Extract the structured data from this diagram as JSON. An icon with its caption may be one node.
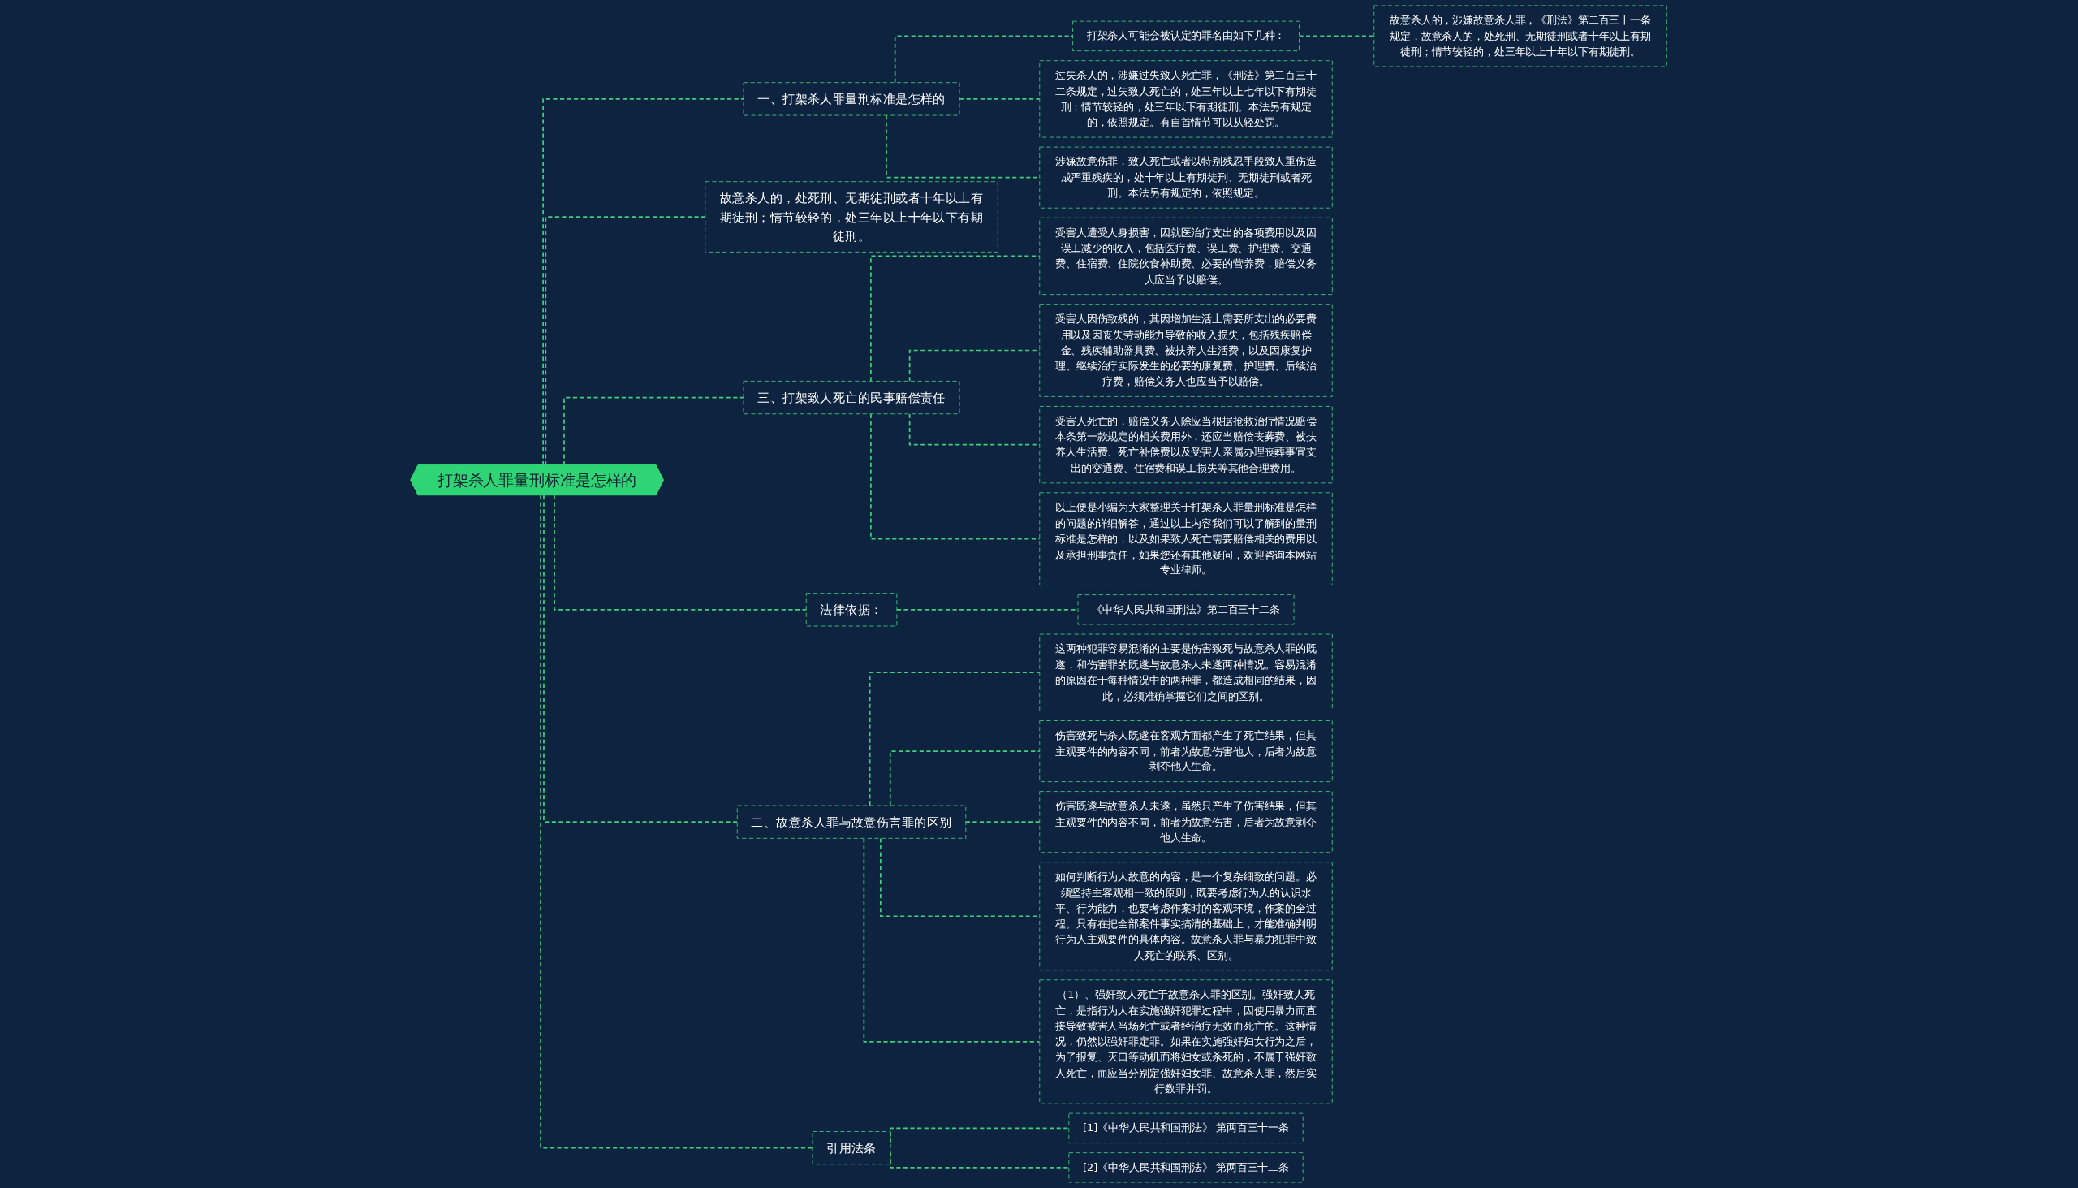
{
  "diagram": {
    "nodes": [
      {
        "text": [
          "打架杀人罪量刑标准是怎样的"
        ]
      },
      {
        "text": [
          "一、打架杀人罪量刑标准是怎样的"
        ]
      },
      {
        "text": [
          "打架杀人可能会被认定的罪名由如下几种："
        ]
      },
      {
        "text": [
          "故意杀人的，涉嫌故意杀人罪，《刑法》第二百三十一条规定，故意杀人的，处死刑、无期徒刑或者十年以上有期徒刑；情节较轻的，处三年以上十年以下有期徒刑。"
        ]
      },
      {
        "text": [
          "过失杀人的，涉嫌过失致人死亡罪，《刑法》第二百三十二条规定，过失致人死亡的，处三年以上七年以下有期徒刑；情节较轻的，处三年以下有期徒刑。本法另有规定的，依照规定。有自首情节可以从轻处罚。"
        ]
      },
      {
        "text": [
          "涉嫌故意伤罪，致人死亡或者以特别残忍手段致人重伤造成严重残疾的，处十年以上有期徒刑、无期徒刑或者死刑。本法另有规定的，依照规定。"
        ]
      },
      {
        "text": [
          "故意杀人的，处死刑、无期徒刑或者十年以上有期徒刑；情节较轻的，处三年以上十年以下有期徒刑。"
        ]
      },
      {
        "text": [
          "三、打架致人死亡的民事赔偿责任"
        ]
      },
      {
        "text": [
          "受害人遭受人身损害，因就医治疗支出的各项费用以及因误工减少的收入，包括医疗费、误工费、护理费、交通费、住宿费、住院伙食补助费、必要的营养费，赔偿义务人应当予以赔偿。"
        ]
      },
      {
        "text": [
          "受害人因伤致残的，其因增加生活上需要所支出的必要费用以及因丧失劳动能力导致的收入损失，包括残疾赔偿金、残疾辅助器具费、被扶养人生活费，以及因康复护理、继续治疗实际发生的必要的康复费、护理费、后续治疗费，赔偿义务人也应当予以赔偿。"
        ]
      },
      {
        "text": [
          "受害人死亡的，赔偿义务人除应当根据抢救治疗情况赔偿本条第一款规定的相关费用外，还应当赔偿丧葬费、被扶养人生活费、死亡补偿费以及受害人亲属办理丧葬事宜支出的交通费、住宿费和误工损失等其他合理费用。"
        ]
      },
      {
        "text": [
          "以上便是小编为大家整理关于打架杀人罪量刑标准是怎样的问题的详细解答，通过以上内容我们可以了解到的量刑标准是怎样的，以及如果致人死亡需要赔偿相关的费用以及承担刑事责任，如果您还有其他疑问，欢迎咨询本网站专业律师。"
        ]
      },
      {
        "text": [
          "法律依据："
        ]
      },
      {
        "text": [
          "《中华人民共和国刑法》第二百三十二条"
        ]
      },
      {
        "text": [
          "二、故意杀人罪与故意伤害罪的区别"
        ]
      },
      {
        "text": [
          "这两种犯罪容易混淆的主要是伤害致死与故意杀人罪的既遂，和伤害罪的既遂与故意杀人未遂两种情况。容易混淆的原因在于每种情况中的两种罪，都造成相同的结果，因此，必须准确掌握它们之间的区别。"
        ]
      },
      {
        "text": [
          "伤害致死与杀人既遂在客观方面都产生了死亡结果，但其主观要件的内容不同，前者为故意伤害他人，后者为故意剥夺他人生命。"
        ]
      },
      {
        "text": [
          "伤害既遂与故意杀人未遂，虽然只产生了伤害结果，但其主观要件的内容不同，前者为故意伤害，后者为故意剥夺他人生命。"
        ]
      },
      {
        "text": [
          "如何判断行为人故意的内容，是一个复杂细致的问题。必须坚持主客观相一致的原则，既要考虑行为人的认识水平、行为能力，也要考虑作案时的客观环境，作案的全过程。只有在把全部案件事实搞清的基础上，才能准确判明行为人主观要件的具体内容。故意杀人罪与暴力犯罪中致人死亡的联系、区别。"
        ]
      },
      {
        "text": [
          "（1）、强奸致人死亡于故意杀人罪的区别。强奸致人死亡，是指行为人在实施强奸犯罪过程中，因使用暴力而直接导致被害人当场死亡或者经治疗无效而死亡的。这种情况，仍然以强奸罪定罪。如果在实施强奸妇女行为之后，为了报复、灭口等动机而将妇女或杀死的，不属于强奸致人死亡，而应当分别定强奸妇女罪、故意杀人罪，然后实行数罪并罚。"
        ]
      },
      {
        "text": [
          "引用法条"
        ]
      },
      {
        "text": [
          "[1]《中华人民共和国刑法》 第两百三十一条"
        ]
      },
      {
        "text": [
          "[2]《中华人民共和国刑法》 第两百三十二条"
        ]
      }
    ],
    "edges": [
      {
        "from": 0,
        "to": 1,
        "arrow": "none"
      },
      {
        "from": 1,
        "to": 2,
        "arrow": "none"
      },
      {
        "from": 2,
        "to": 3,
        "arrow": "none"
      },
      {
        "from": 1,
        "to": 4,
        "arrow": "none"
      },
      {
        "from": 1,
        "to": 5,
        "arrow": "none"
      },
      {
        "from": 0,
        "to": 6,
        "arrow": "none"
      },
      {
        "from": 0,
        "to": 7,
        "arrow": "none"
      },
      {
        "from": 7,
        "to": 8,
        "arrow": "none"
      },
      {
        "from": 7,
        "to": 9,
        "arrow": "none"
      },
      {
        "from": 7,
        "to": 10,
        "arrow": "none"
      },
      {
        "from": 7,
        "to": 11,
        "arrow": "none"
      },
      {
        "from": 0,
        "to": 12,
        "arrow": "none"
      },
      {
        "from": 12,
        "to": 13,
        "arrow": "none"
      },
      {
        "from": 0,
        "to": 14,
        "arrow": "none"
      },
      {
        "from": 14,
        "to": 15,
        "arrow": "none"
      },
      {
        "from": 14,
        "to": 16,
        "arrow": "none"
      },
      {
        "from": 14,
        "to": 17,
        "arrow": "none"
      },
      {
        "from": 14,
        "to": 18,
        "arrow": "none"
      },
      {
        "from": 14,
        "to": 19,
        "arrow": "none"
      },
      {
        "from": 0,
        "to": 20,
        "arrow": "none"
      },
      {
        "from": 20,
        "to": 21,
        "arrow": "none"
      },
      {
        "from": 20,
        "to": 22,
        "arrow": "none"
      }
    ]
  }
}
